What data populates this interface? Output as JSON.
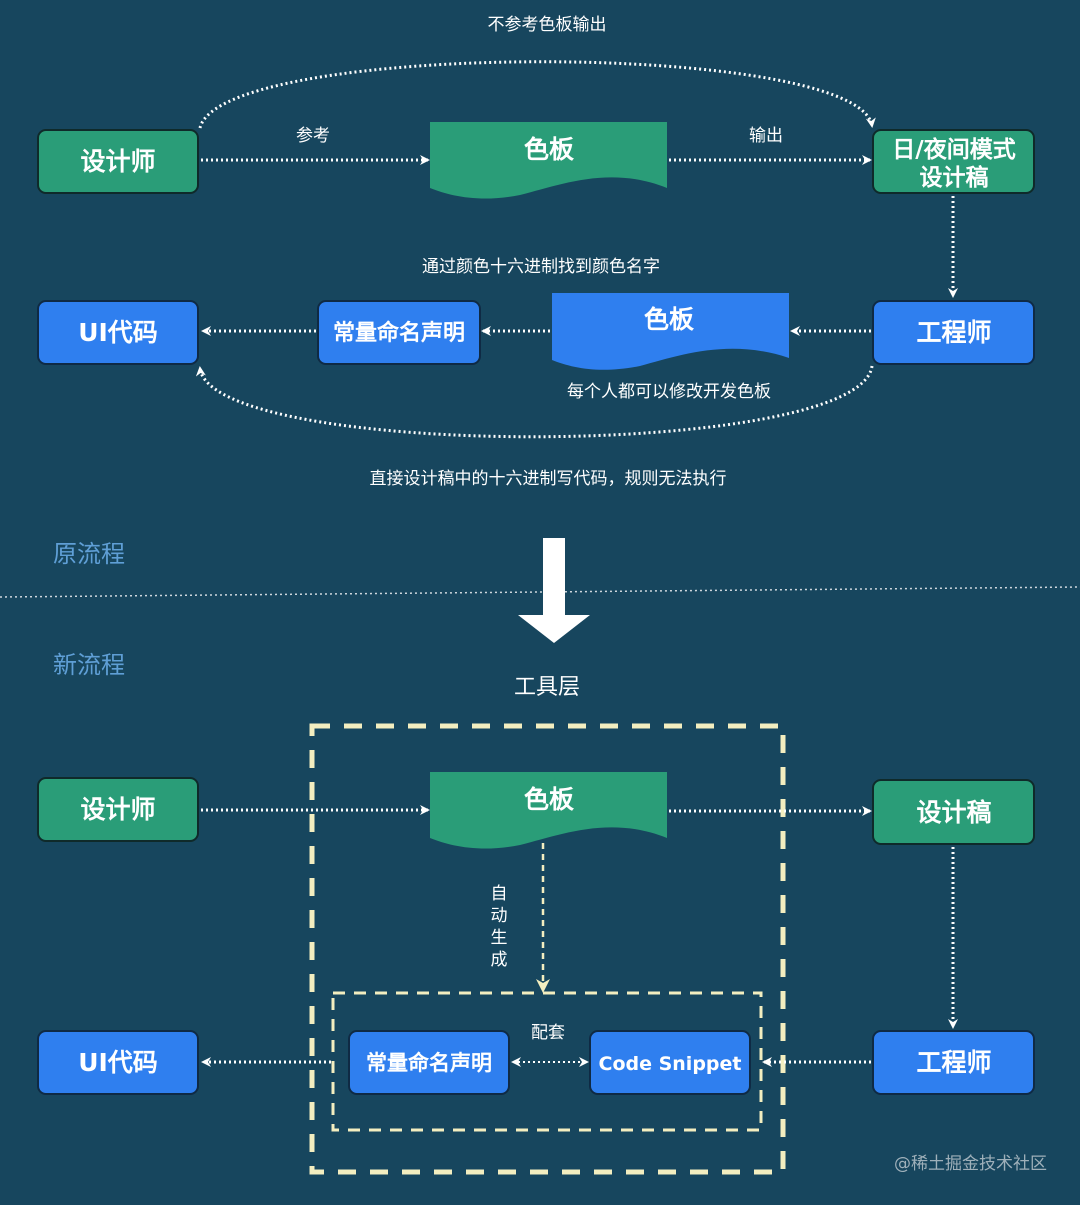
{
  "old_flow": {
    "section_label": "原流程",
    "top_curve_label": "不参考色板输出",
    "designer": "设计师",
    "refer_label": "参考",
    "palette_green": "色板",
    "output_label": "输出",
    "design_draft_line1": "日/夜间模式",
    "design_draft_line2": "设计稿",
    "engineer": "工程师",
    "palette_blue": "色板",
    "palette_blue_caption": "每个人都可以修改开发色板",
    "hex_lookup_caption": "通过颜色十六进制找到颜色名字",
    "constants": "常量命名声明",
    "ui_code": "UI代码",
    "bottom_curve_label": "直接设计稿中的十六进制写代码，规则无法执行"
  },
  "new_flow": {
    "section_label": "新流程",
    "tool_layer": "工具层",
    "designer": "设计师",
    "palette": "色板",
    "design_draft": "设计稿",
    "auto_generate": [
      "自",
      "动",
      "生",
      "成"
    ],
    "engineer": "工程师",
    "constants": "常量命名声明",
    "match_label": "配套",
    "code_snippet": "Code Snippet",
    "ui_code": "UI代码"
  },
  "watermark": "@稀土掘金技术社区",
  "colors": {
    "background": "#17465e",
    "green": "#2a9d78",
    "blue": "#2f7fef",
    "dashed": "#f3eec0"
  }
}
